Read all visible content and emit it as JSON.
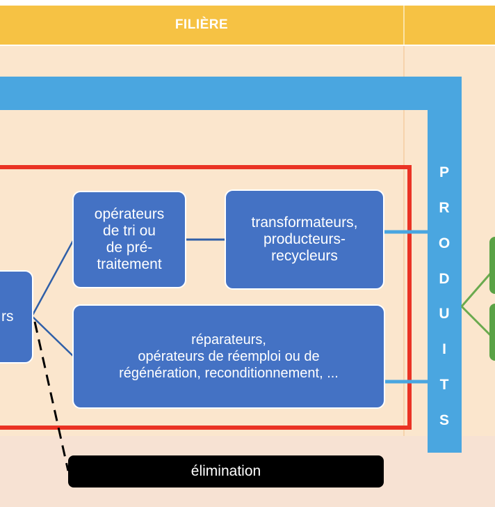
{
  "header": {
    "title": "FILIÈRE"
  },
  "boxes": {
    "truncated_left": "rs",
    "sorting": [
      "opérateurs",
      "de tri ou",
      "de pré-",
      "traitement"
    ],
    "transformers": [
      "transformateurs,",
      "producteurs-",
      "recycleurs"
    ],
    "repairers": [
      "réparateurs,",
      "opérateurs de réemploi ou de",
      "régénération, reconditionnement, ..."
    ]
  },
  "produits_letters": [
    "P",
    "R",
    "O",
    "D",
    "U",
    "I",
    "T",
    "S"
  ],
  "elimination": "élimination",
  "colors": {
    "header": "#f6c244",
    "body": "#fbe6cd",
    "bottom": "#f7e2d3",
    "blue_arrow": "#4aa6e0",
    "red_frame": "#ea3324",
    "box_blue": "#4472c4",
    "green": "#5aa245"
  }
}
